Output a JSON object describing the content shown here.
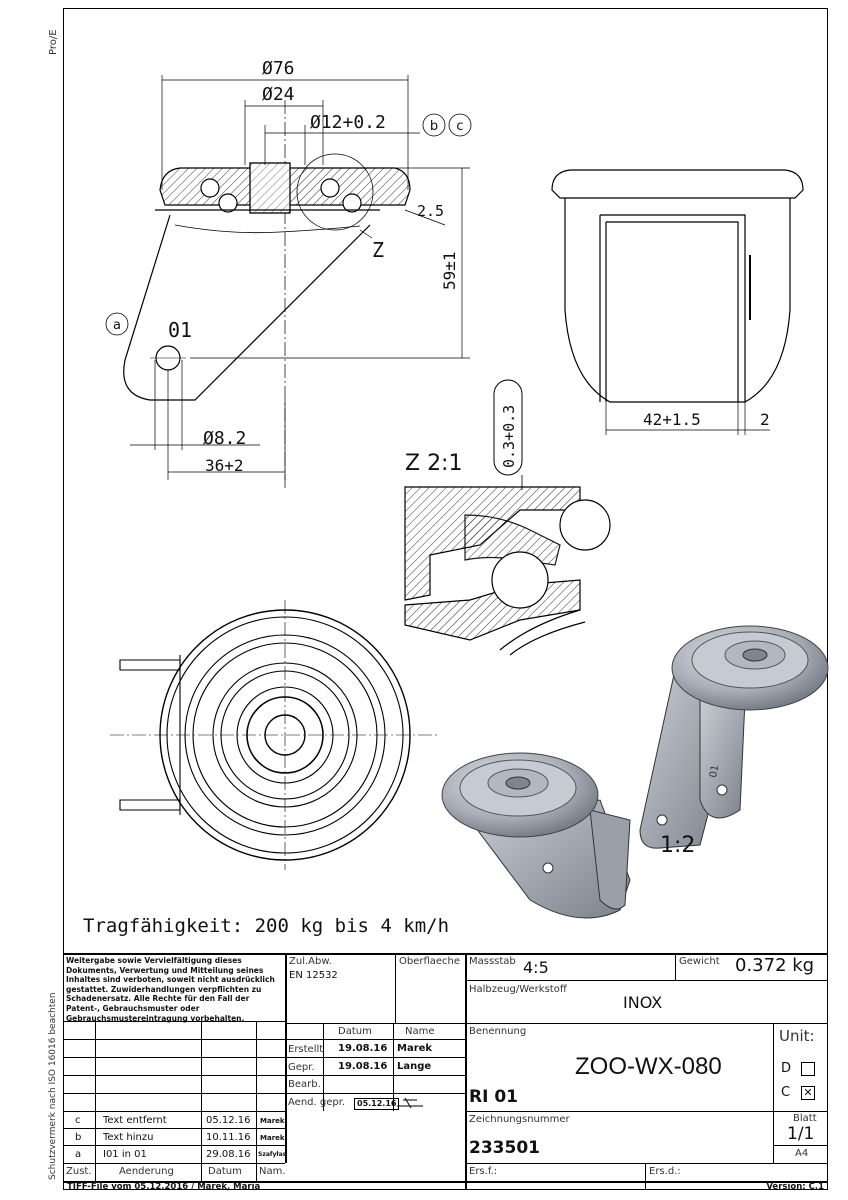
{
  "side_text": {
    "top_left": "Pro/E",
    "left_vertical": "Schutzvermerk nach ISO 16016 beachten"
  },
  "drawing": {
    "dim_76": "Ø76",
    "dim_24": "Ø24",
    "dim_12": "Ø12+0.2",
    "dim_25": "2.5",
    "dim_59": "59±1",
    "dim_82": "Ø8.2",
    "dim_36": "36+2",
    "dim_42": "42+1.5",
    "dim_2": "2",
    "dim_03": "0.3+0.3",
    "view_z": "Z",
    "detail_z": "Z 2:1",
    "marker_a": "a",
    "marker_b": "b",
    "marker_c": "c",
    "part_mark": "01",
    "iso_mark": "01",
    "scale_iso": "1:2",
    "capacity": "Tragfähigkeit: 200 kg bis 4 km/h"
  },
  "title_block": {
    "copyright": "Weitergabe sowie Vervielfältigung dieses Dokuments, Verwertung und Mitteilung seines Inhaltes sind verboten, soweit nicht ausdrücklich gestattet. Zuwiderhandlungen verpflichten zu Schadenersatz. Alle Rechte für den Fall der Patent-, Gebrauchsmuster oder Gebrauchsmustereintragung vorbehalten.",
    "zul_abw_label": "Zul.Abw.",
    "zul_abw_value": "EN 12532",
    "oberflaeche_label": "Oberflaeche",
    "massstab_label": "Massstab",
    "massstab_value": "4:5",
    "gewicht_label": "Gewicht",
    "gewicht_value": "0.372 kg",
    "halbzeug_label": "Halbzeug/Werkstoff",
    "halbzeug_value": "INOX",
    "datum_header": "Datum",
    "name_header": "Name",
    "erstellt_label": "Erstellt",
    "erstellt_date": "19.08.16",
    "erstellt_name": "Marek",
    "gepr_label": "Gepr.",
    "gepr_date": "19.08.16",
    "gepr_name": "Lange",
    "bearb_label": "Bearb.",
    "aend_label": "Aend. gepr.",
    "aend_date": "05.12.16",
    "benennung_label": "Benennung",
    "benennung_value": "ZOO-WX-080",
    "benennung_sub": "RI 01",
    "zeichnungsnr_label": "Zeichnungsnummer",
    "zeichnungsnr_value": "233501",
    "unit_label": "Unit:",
    "unit_d": "D",
    "unit_c": "C",
    "blatt_label": "Blatt",
    "blatt_value": "1/1",
    "format": "A4",
    "ersf_label": "Ers.f.:",
    "ersd_label": "Ers.d.:",
    "revisions": [
      {
        "zust": "c",
        "aenderung": "Text entfernt",
        "datum": "05.12.16",
        "name": "Marek"
      },
      {
        "zust": "b",
        "aenderung": "Text hinzu",
        "datum": "10.11.16",
        "name": "Marek"
      },
      {
        "zust": "a",
        "aenderung": "I01 in 01",
        "datum": "29.08.16",
        "name": "Szafyłas"
      }
    ],
    "rev_header_zust": "Zust.",
    "rev_header_aenderung": "Aenderung",
    "rev_header_datum": "Datum",
    "rev_header_name": "Nam."
  },
  "footer": {
    "left": "TIFF-File vom 05.12.2016 / Marek, Maria",
    "right": "Version: C.1"
  }
}
